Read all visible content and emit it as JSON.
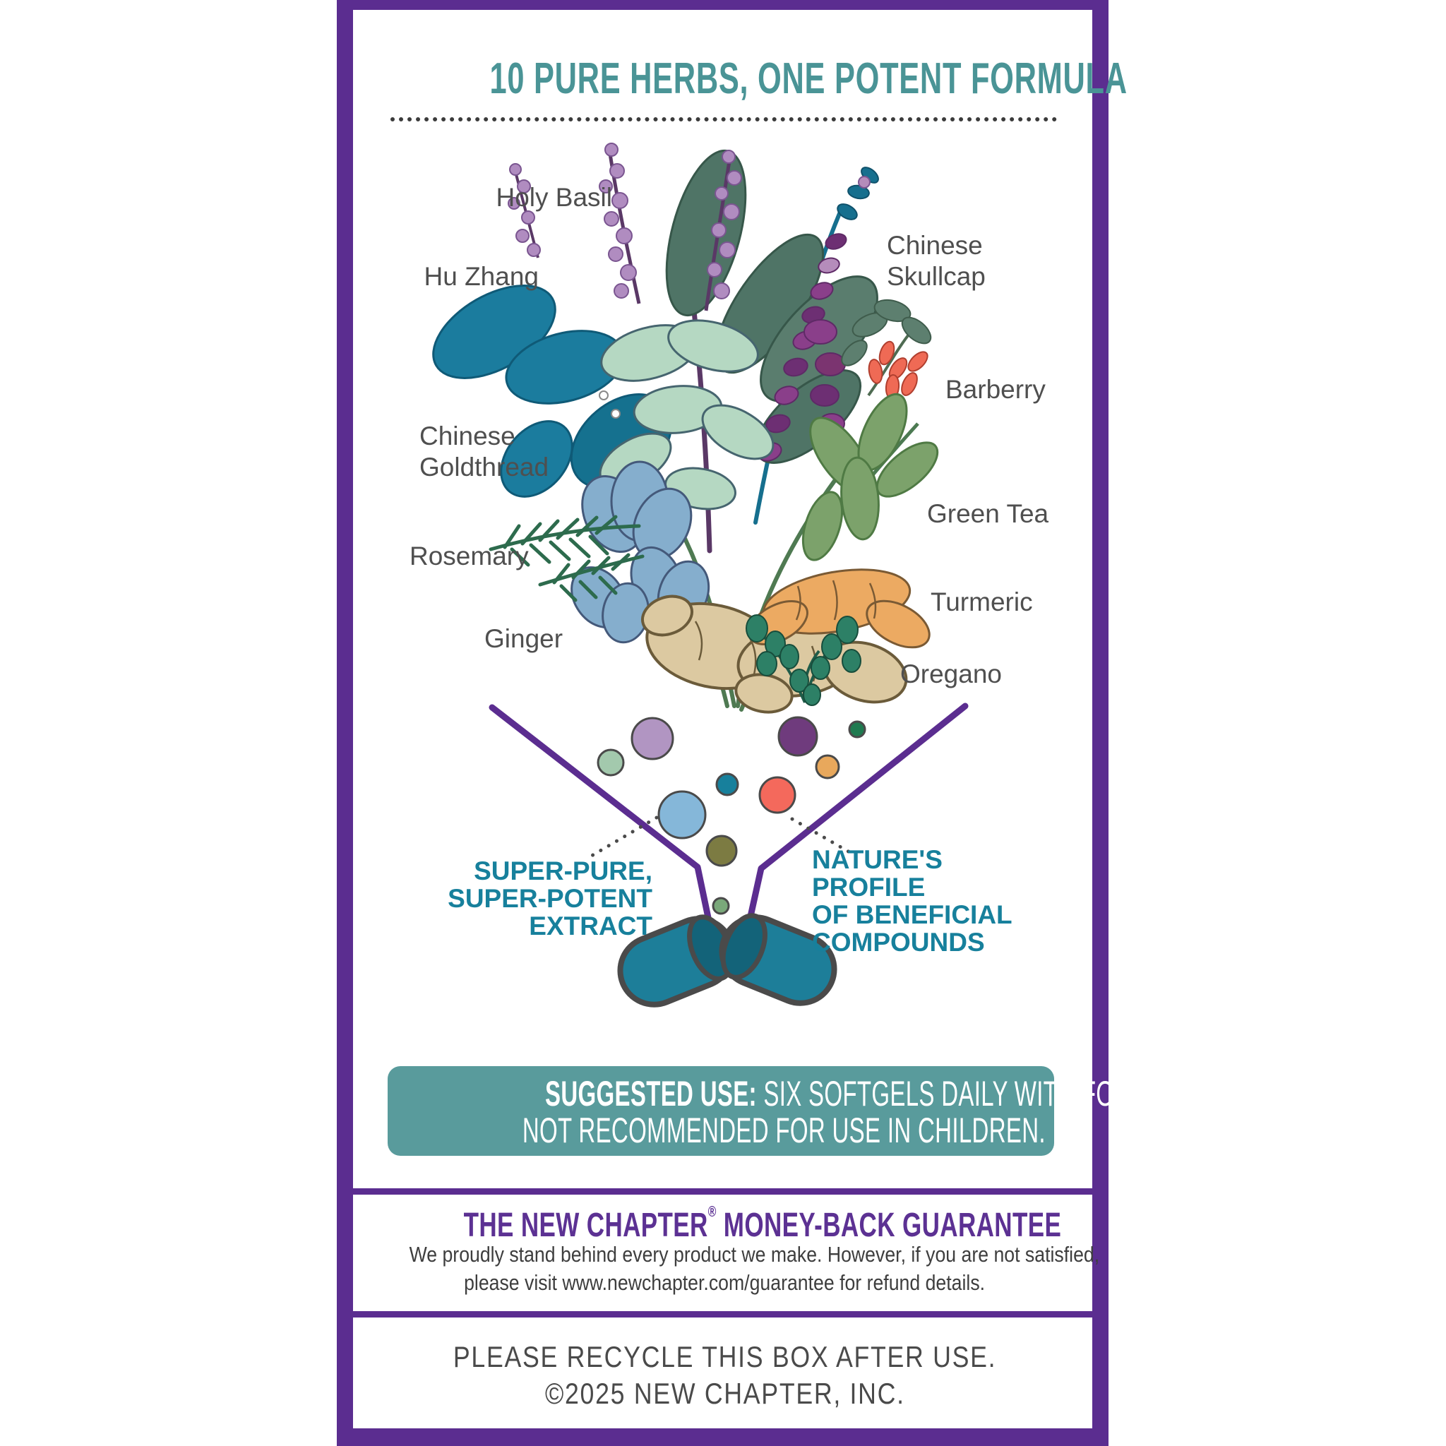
{
  "panel": {
    "title": "10 PURE HERBS, ONE POTENT FORMULA"
  },
  "herbs": [
    {
      "name": "Holy Basil"
    },
    {
      "name": "Hu Zhang"
    },
    {
      "name": "Chinese Skullcap"
    },
    {
      "name": "Chinese Goldthread"
    },
    {
      "name": "Barberry"
    },
    {
      "name": "Rosemary"
    },
    {
      "name": "Green Tea"
    },
    {
      "name": "Turmeric"
    },
    {
      "name": "Ginger"
    },
    {
      "name": "Oregano"
    }
  ],
  "funnel": {
    "left_label_lines": [
      "SUPER-PURE,",
      "SUPER-POTENT",
      "EXTRACT"
    ],
    "right_label_lines": [
      "NATURE'S PROFILE",
      "OF BENEFICIAL",
      "COMPOUNDS"
    ]
  },
  "suggested_use": {
    "prefix": "SUGGESTED USE:",
    "line1_rest": " SIX SOFTGELS DAILY WITH FOOD.",
    "line2": "NOT RECOMMENDED FOR USE IN CHILDREN."
  },
  "guarantee": {
    "heading_pre": "THE NEW CHAPTER",
    "heading_reg": "®",
    "heading_post": " MONEY-BACK GUARANTEE",
    "body_line1": "We proudly stand behind every product we make. However, if you are not satisfied,",
    "body_line2": "please visit www.newchapter.com/guarantee for refund details."
  },
  "footer": {
    "line1": "PLEASE RECYCLE THIS BOX AFTER USE.",
    "line2": "©2025 NEW CHAPTER, INC."
  },
  "icons": {
    "capsule_icon": "open two-piece supplement capsule",
    "funnel_icon": "funnel of extracted compounds"
  },
  "colors": {
    "frame_purple": "#5b2d90",
    "title_teal": "#4a9496",
    "banner_teal": "#599b9c",
    "funnel_label_teal": "#17809c",
    "heading_purple": "#5c3193",
    "label_gray": "#4f4f4f",
    "capsule_teal": "#1d7e99",
    "dot_colors": [
      "#a3c9ad",
      "#b195c2",
      "#6f3b7d",
      "#1f7a50",
      "#e8a85c",
      "#17809c",
      "#f4695c",
      "#85b7d9",
      "#7c7b42",
      "#7aa87a"
    ]
  }
}
